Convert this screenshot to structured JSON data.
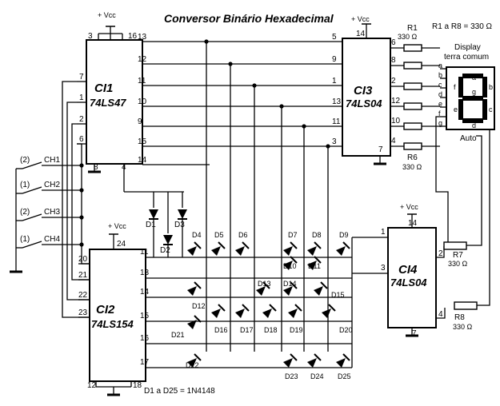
{
  "title": "Conversor Binário Hexadecimal",
  "vcc_label": "+ Vcc",
  "ic1": {
    "name": "CI1",
    "part": "74LS47",
    "left_pins": [
      "7",
      "1",
      "2",
      "6"
    ],
    "right_pins": [
      "13",
      "12",
      "11",
      "10",
      "9",
      "15",
      "14"
    ],
    "top_pins": [
      "3",
      "16"
    ],
    "bottom_pins": [
      "8",
      "4"
    ]
  },
  "ic2": {
    "name": "CI2",
    "part": "74LS154",
    "left_pins": [
      "20",
      "21",
      "22",
      "23"
    ],
    "right_pins": [
      "11",
      "13",
      "14",
      "15",
      "16",
      "17"
    ],
    "top_pins": [
      "24"
    ],
    "bottom_pins": [
      "12",
      "18"
    ]
  },
  "ic3": {
    "name": "CI3",
    "part": "74LS04",
    "left_pins": [
      "5",
      "9",
      "1",
      "13",
      "11",
      "3"
    ],
    "right_pins": [
      "6",
      "8",
      "2",
      "12",
      "10",
      "4"
    ],
    "top_pins": [
      "14"
    ],
    "bottom_pins": [
      "7"
    ]
  },
  "ic4": {
    "name": "CI4",
    "part": "74LS04",
    "left_pins": [
      "1",
      "3"
    ],
    "right_pins": [
      "2",
      "4"
    ],
    "top_pins": [
      "14"
    ],
    "bottom_pins": [
      "7"
    ]
  },
  "resistors": [
    {
      "ref": "R1",
      "value": "330 Ω"
    },
    {
      "ref": "R6",
      "value": "330 Ω"
    },
    {
      "ref": "R7",
      "value": "330 Ω"
    },
    {
      "ref": "R8",
      "value": "330 Ω"
    }
  ],
  "resistor_note": "R1 a R8 = 330 Ω",
  "display": {
    "title_line1": "Display",
    "title_line2": "terra comum",
    "caption": "Auto",
    "segments": [
      "a",
      "b",
      "c",
      "d",
      "e",
      "f",
      "g"
    ]
  },
  "switches": [
    {
      "num": "(2)",
      "name": "CH1"
    },
    {
      "num": "(1)",
      "name": "CH2"
    },
    {
      "num": "(2)",
      "name": "CH3"
    },
    {
      "num": "(1)",
      "name": "CH4"
    }
  ],
  "diodes": [
    "D1",
    "D2",
    "D3",
    "D4",
    "D5",
    "D6",
    "D7",
    "D8",
    "D9",
    "D10",
    "D11",
    "D12",
    "D13",
    "D14",
    "D15",
    "D16",
    "D17",
    "D18",
    "D19",
    "D20",
    "D21",
    "D22",
    "D23",
    "D24",
    "D25"
  ],
  "diode_note": "D1 a D25 = 1N4148"
}
